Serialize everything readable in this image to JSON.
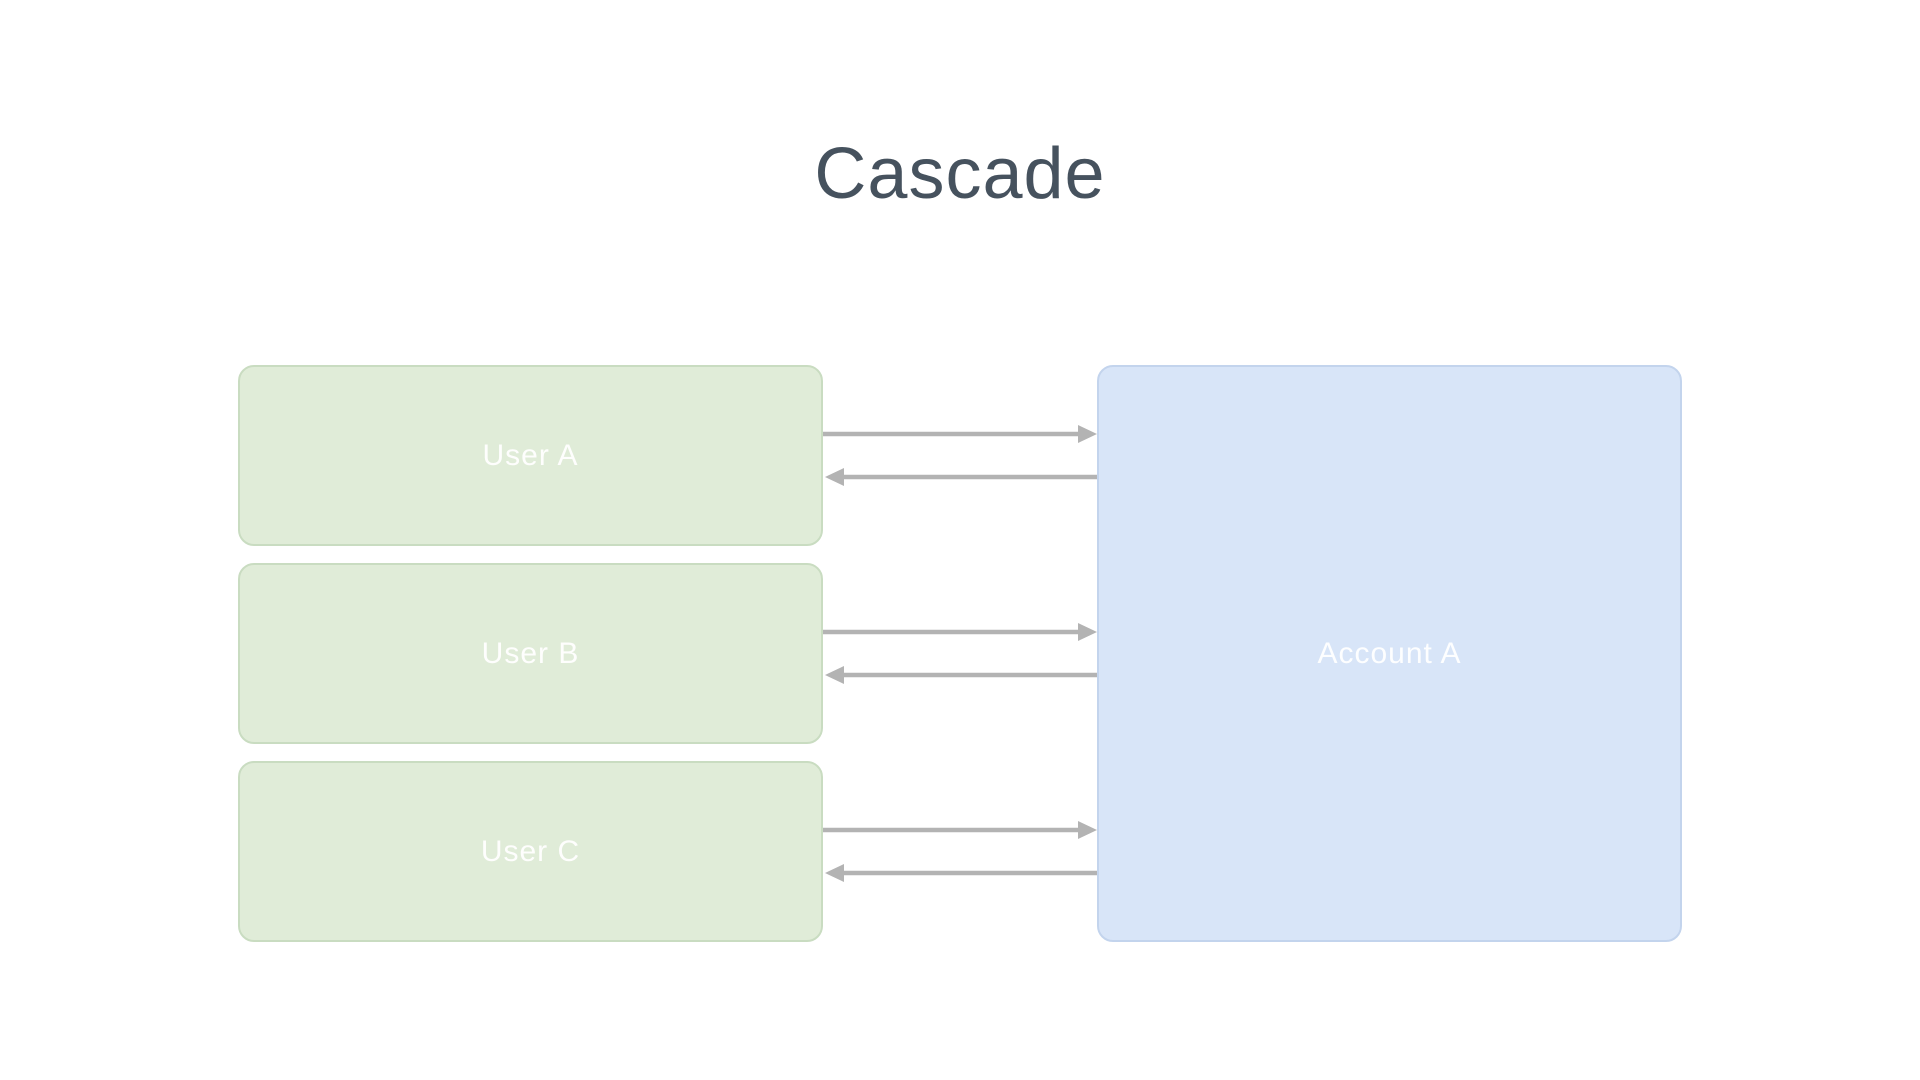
{
  "title": "Cascade",
  "diagram": {
    "users": [
      {
        "id": "user-a",
        "label": "User A"
      },
      {
        "id": "user-b",
        "label": "User B"
      },
      {
        "id": "user-c",
        "label": "User C"
      }
    ],
    "account": {
      "id": "account-a",
      "label": "Account A"
    },
    "edges": [
      {
        "from": "user-a",
        "to": "account-a",
        "direction": "right"
      },
      {
        "from": "account-a",
        "to": "user-a",
        "direction": "left"
      },
      {
        "from": "user-b",
        "to": "account-a",
        "direction": "right"
      },
      {
        "from": "account-a",
        "to": "user-b",
        "direction": "left"
      },
      {
        "from": "user-c",
        "to": "account-a",
        "direction": "right"
      },
      {
        "from": "account-a",
        "to": "user-c",
        "direction": "left"
      }
    ],
    "colors": {
      "user_fill": "#e0ecd8",
      "user_border": "#c9dcc1",
      "account_fill": "#d8e5f8",
      "account_border": "#c3d4ed",
      "arrow": "#b3b3b3",
      "title_text": "#46525e",
      "node_label": "#ffffff"
    }
  }
}
